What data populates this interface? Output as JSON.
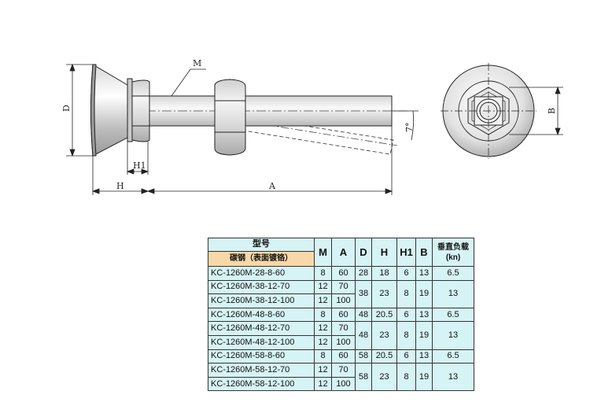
{
  "drawing": {
    "labels": {
      "m": "M",
      "d": "D",
      "h1": "H1",
      "h": "H",
      "a": "A",
      "angle": "7°",
      "b": "B"
    }
  },
  "table": {
    "headers": {
      "type": "型号",
      "type_sub": "碳钢（表面镀铬）",
      "m": "M",
      "a": "A",
      "d": "D",
      "h": "H",
      "h1": "H1",
      "b": "B",
      "load": "垂直负载",
      "load_unit": "(kn)"
    },
    "groups": [
      {
        "d": "28",
        "rows": [
          {
            "model": "KC-1260M-28-8-60",
            "m": "8",
            "a": "60",
            "h": "18",
            "h1": "6",
            "b": "13",
            "load": "6.5"
          }
        ]
      },
      {
        "d": "38",
        "h": "23",
        "h1": "8",
        "b": "19",
        "load": "13",
        "rows": [
          {
            "model": "KC-1260M-38-12-70",
            "m": "12",
            "a": "70"
          },
          {
            "model": "KC-1260M-38-12-100",
            "m": "12",
            "a": "100"
          }
        ]
      },
      {
        "d": "48",
        "rows": [
          {
            "model": "KC-1260M-48-8-60",
            "m": "8",
            "a": "60",
            "h": "20.5",
            "h1": "6",
            "b": "13",
            "load": "6.5"
          }
        ]
      },
      {
        "d": "48",
        "h": "23",
        "h1": "8",
        "b": "19",
        "load": "13",
        "rows": [
          {
            "model": "KC-1260M-48-12-70",
            "m": "12",
            "a": "70"
          },
          {
            "model": "KC-1260M-48-12-100",
            "m": "12",
            "a": "100"
          }
        ]
      },
      {
        "d": "58",
        "rows": [
          {
            "model": "KC-1260M-58-8-60",
            "m": "8",
            "a": "60",
            "h": "20.5",
            "h1": "6",
            "b": "13",
            "load": "6.5"
          }
        ]
      },
      {
        "d": "58",
        "h": "23",
        "h1": "8",
        "b": "19",
        "load": "13",
        "rows": [
          {
            "model": "KC-1260M-58-12-70",
            "m": "12",
            "a": "70"
          },
          {
            "model": "KC-1260M-58-12-100",
            "m": "12",
            "a": "100"
          }
        ]
      }
    ]
  }
}
